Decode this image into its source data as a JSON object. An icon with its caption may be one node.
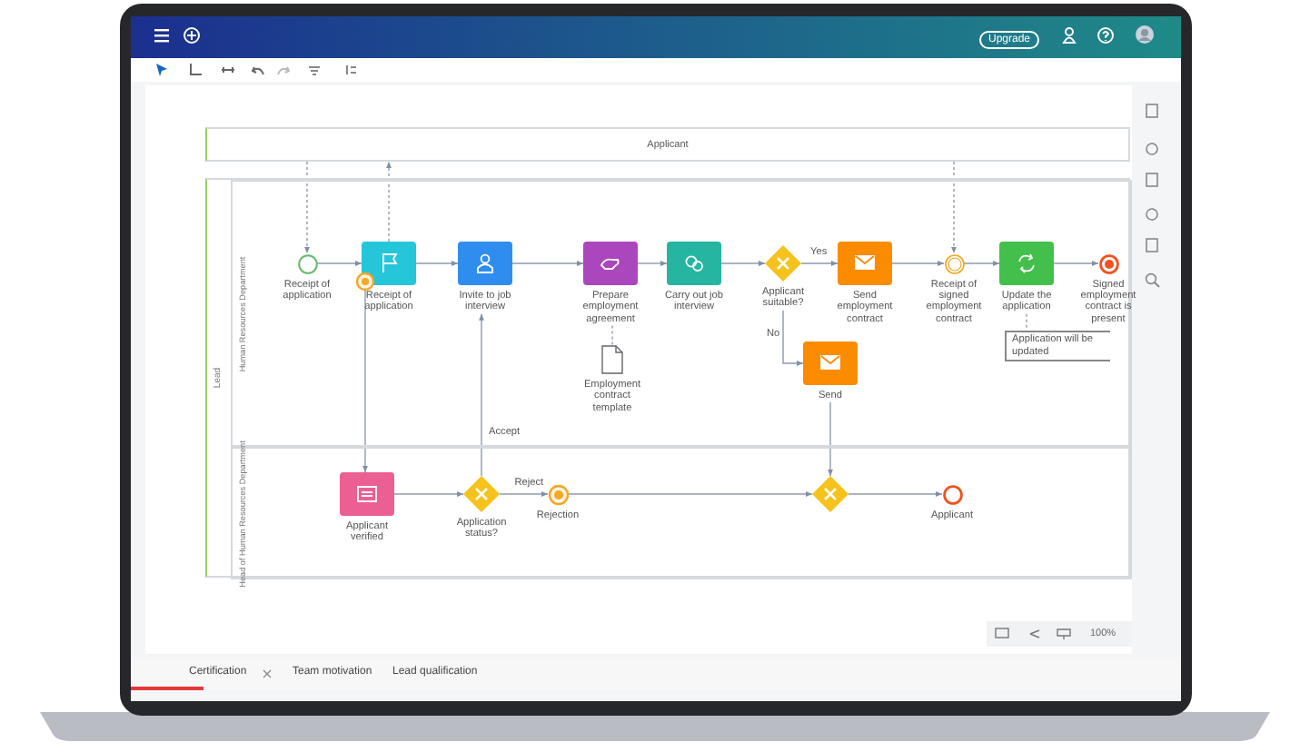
{
  "diagram": {
    "nodes": [
      {
        "text": [
          "Applicant"
        ]
      },
      {
        "text": [
          "Lead"
        ]
      },
      {
        "text": [
          "Human Resources Department"
        ],
        "in": 1
      },
      {
        "text": [
          "Head of Human Resources Department"
        ],
        "in": 1
      },
      {
        "text": [
          "Receipt of application"
        ],
        "in": 2
      },
      {
        "text": [
          "Receipt of application"
        ],
        "in": 2
      },
      {
        "text": [],
        "shape": "circle",
        "in": 2
      },
      {
        "text": [
          "Invite to job interview"
        ],
        "in": 2
      },
      {
        "text": [
          "Prepare employment agreement"
        ],
        "in": 2
      },
      {
        "text": [
          "Employment contract template"
        ],
        "in": 2
      },
      {
        "text": [
          "Carry out job interview"
        ],
        "in": 2
      },
      {
        "text": [
          "Applicant suitable?"
        ],
        "in": 2
      },
      {
        "text": [
          "Send employment contract"
        ],
        "in": 2
      },
      {
        "text": [
          "Receipt of signed employment contract"
        ],
        "in": 2
      },
      {
        "text": [
          "Update the application"
        ],
        "in": 2
      },
      {
        "text": [
          "Signed employment contract is present"
        ],
        "in": 2
      },
      {
        "text": [
          "Application will be updated"
        ],
        "in": 2
      },
      {
        "text": [
          "Send"
        ],
        "in": 2
      },
      {
        "text": [
          "Applicant verified"
        ],
        "in": 3
      },
      {
        "text": [
          "Application status?"
        ],
        "in": 3
      },
      {
        "text": [
          "Rejection"
        ],
        "in": 3
      },
      {
        "text": [],
        "shape": "diamond",
        "in": 3
      },
      {
        "text": [
          "Applicant"
        ],
        "in": 3
      }
    ],
    "edges": [
      {
        "from": 0,
        "to": 4,
        "arrow": "to",
        "style": "dashed"
      },
      {
        "from": 5,
        "to": 0,
        "arrow": "to",
        "style": "dashed"
      },
      {
        "from": 0,
        "to": 13,
        "arrow": "to",
        "style": "dashed"
      },
      {
        "from": 4,
        "to": 5,
        "arrow": "to"
      },
      {
        "from": 5,
        "to": 7,
        "arrow": "to"
      },
      {
        "from": 7,
        "to": 8,
        "arrow": "to"
      },
      {
        "from": 8,
        "to": 10,
        "arrow": "to"
      },
      {
        "from": 10,
        "to": 11,
        "arrow": "to"
      },
      {
        "from": 11,
        "to": 12,
        "arrow": "to",
        "label": "Yes"
      },
      {
        "from": 12,
        "to": 13,
        "arrow": "to"
      },
      {
        "from": 13,
        "to": 14,
        "arrow": "to"
      },
      {
        "from": 14,
        "to": 15,
        "arrow": "to"
      },
      {
        "from": 11,
        "to": 17,
        "arrow": "to",
        "label": "No"
      },
      {
        "from": 8,
        "to": 9,
        "arrow": "none",
        "style": "dashed"
      },
      {
        "from": 14,
        "to": 16,
        "arrow": "none",
        "style": "dashed"
      },
      {
        "from": 6,
        "to": 18,
        "arrow": "to"
      },
      {
        "from": 19,
        "to": 7,
        "arrow": "to",
        "label": "Accept"
      },
      {
        "from": 18,
        "to": 19,
        "arrow": "to"
      },
      {
        "from": 19,
        "to": 20,
        "arrow": "to",
        "label": "Reject"
      },
      {
        "from": 20,
        "to": 21,
        "arrow": "to"
      },
      {
        "from": 17,
        "to": 21,
        "arrow": "to"
      },
      {
        "from": 21,
        "to": 22,
        "arrow": "to"
      }
    ],
    "labels": [
      "Upgrade",
      "100%",
      "Certification",
      "Team motivation",
      "Lead qualification"
    ]
  }
}
